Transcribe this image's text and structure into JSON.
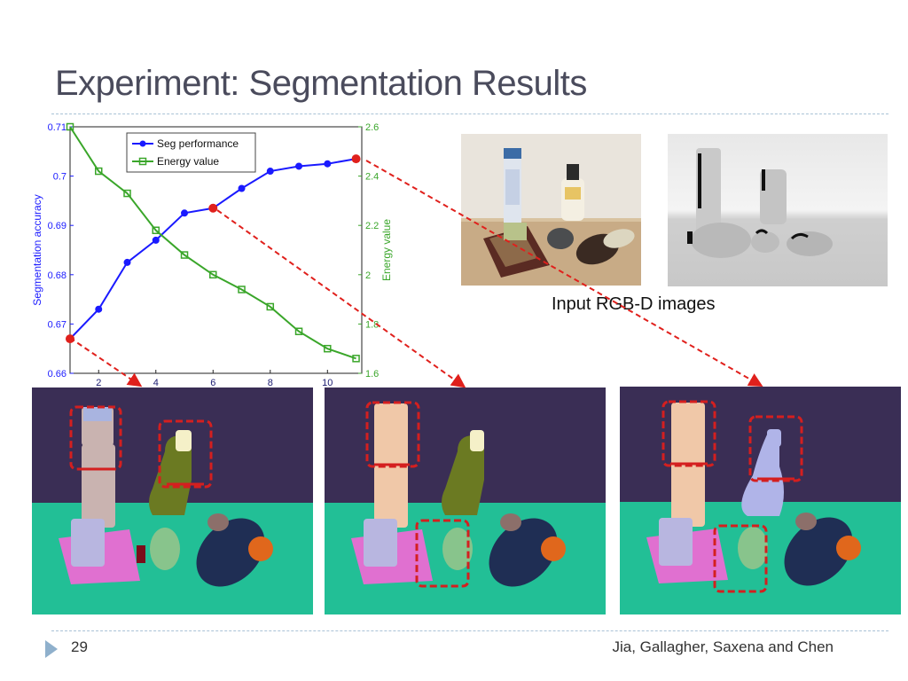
{
  "slide": {
    "title": "Experiment: Segmentation Results",
    "caption": "Input RGB-D images",
    "page_number": "29",
    "authors": "Jia, Gallagher, Saxena and Chen"
  },
  "colors": {
    "title": "#4a4b5c",
    "rule": "#a9c2d6",
    "seg_series": "#1a1aff",
    "energy_series": "#3aa62a",
    "highlight": "#e0201c",
    "seg_background": "#3a2e55",
    "seg_table": "#22bf96"
  },
  "icons": {
    "footer_bullet": "triangle-right-icon"
  },
  "chart_data": {
    "type": "line",
    "x": [
      1,
      2,
      3,
      4,
      5,
      6,
      7,
      8,
      9,
      10,
      11
    ],
    "xticks": [
      2,
      4,
      6,
      8,
      10
    ],
    "xlim": [
      1,
      11.2
    ],
    "grid": false,
    "legend_position": "top-center",
    "left_axis": {
      "label": "Segmentation accuracy",
      "ylim": [
        0.66,
        0.71
      ],
      "ticks": [
        "0.66",
        "0.67",
        "0.68",
        "0.69",
        "0.7",
        "0.71"
      ]
    },
    "right_axis": {
      "label": "Energy value",
      "ylim": [
        1.6,
        2.6
      ],
      "ticks": [
        "1.6",
        "1.8",
        "2",
        "2.2",
        "2.4",
        "2.6"
      ]
    },
    "series": [
      {
        "name": "Seg performance",
        "axis": "left",
        "marker": "circle",
        "values": [
          0.667,
          0.673,
          0.6825,
          0.687,
          0.6925,
          0.6935,
          0.6975,
          0.701,
          0.702,
          0.7025,
          0.7035
        ]
      },
      {
        "name": "Energy value",
        "axis": "right",
        "marker": "square",
        "values": [
          2.6,
          2.42,
          2.33,
          2.18,
          2.08,
          2.0,
          1.94,
          1.87,
          1.77,
          1.7,
          1.66
        ]
      }
    ],
    "highlighted_points": [
      1,
      6,
      11
    ]
  }
}
